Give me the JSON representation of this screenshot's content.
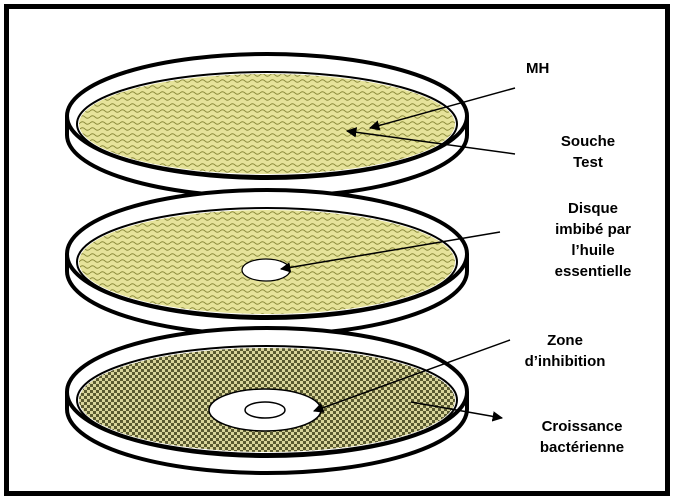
{
  "colors": {
    "frame": "#000000",
    "medium_fill": "#e6e39a",
    "medium_pattern": "#8a8a3a",
    "lawn_fill": "#d8d49a",
    "lawn_pattern": "#5a5a30",
    "disc": "#ffffff"
  },
  "labels": {
    "mh": "MH",
    "souche_1": "Souche",
    "souche_2": "Test",
    "disque_1": "Disque",
    "disque_2": "imbibé par",
    "disque_3": "l’huile",
    "disque_4": "essentielle",
    "zone_1": "Zone",
    "zone_2": "d’inhibition",
    "croissance_1": "Croissance",
    "croissance_2": "bactérienne"
  },
  "icons": {
    "plate": "petri-dish-icon",
    "disc": "paper-disc-icon",
    "arrow": "arrow-icon"
  }
}
